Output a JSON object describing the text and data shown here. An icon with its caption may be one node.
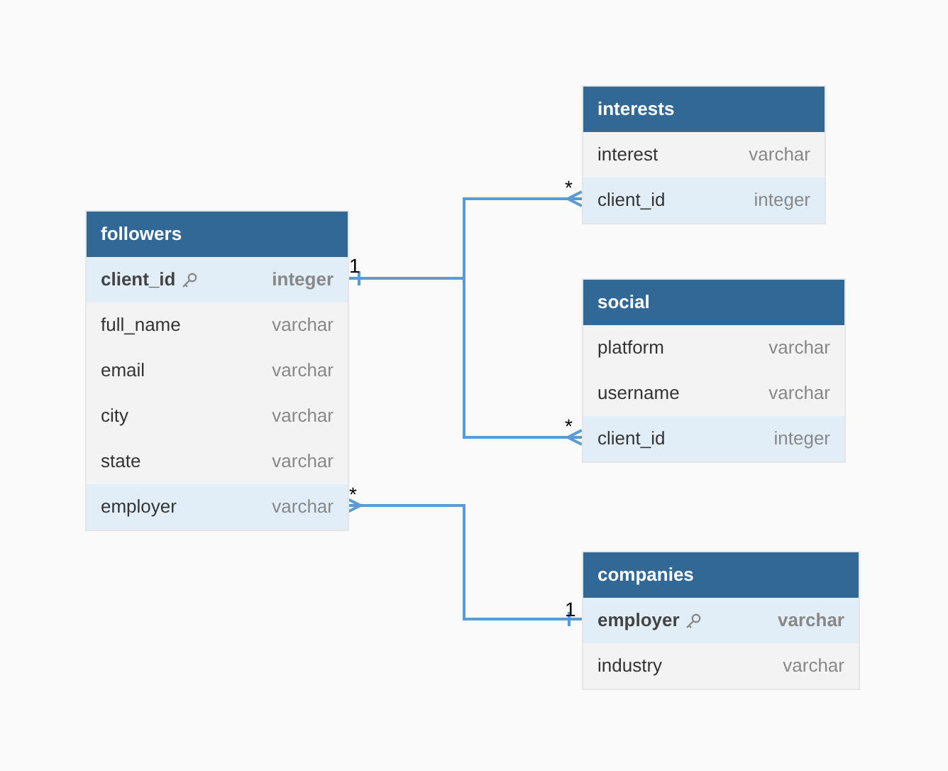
{
  "diagram": {
    "nodes": [
      {
        "text": [
          "followers"
        ]
      },
      {
        "text": [
          "client_id",
          "integer"
        ],
        "in": 0
      },
      {
        "text": [
          "full_name",
          "varchar"
        ],
        "in": 0
      },
      {
        "text": [
          "email",
          "varchar"
        ],
        "in": 0
      },
      {
        "text": [
          "city",
          "varchar"
        ],
        "in": 0
      },
      {
        "text": [
          "state",
          "varchar"
        ],
        "in": 0
      },
      {
        "text": [
          "employer",
          "varchar"
        ],
        "in": 0
      },
      {
        "text": [
          "interests"
        ]
      },
      {
        "text": [
          "interest",
          "varchar"
        ],
        "in": 7
      },
      {
        "text": [
          "client_id",
          "integer"
        ],
        "in": 7
      },
      {
        "text": [
          "social"
        ]
      },
      {
        "text": [
          "platform",
          "varchar"
        ],
        "in": 10
      },
      {
        "text": [
          "username",
          "varchar"
        ],
        "in": 10
      },
      {
        "text": [
          "client_id",
          "integer"
        ],
        "in": 10
      },
      {
        "text": [
          "companies"
        ]
      },
      {
        "text": [
          "employer",
          "varchar"
        ],
        "in": 14
      },
      {
        "text": [
          "industry",
          "varchar"
        ],
        "in": 14
      }
    ],
    "edges": [
      {
        "from": 1,
        "to": 9,
        "arrow": "other"
      },
      {
        "from": 1,
        "to": 13,
        "arrow": "other"
      },
      {
        "from": 15,
        "to": 6,
        "arrow": "other"
      }
    ],
    "labels": [
      "*",
      "1",
      "*",
      "*",
      "1"
    ]
  }
}
